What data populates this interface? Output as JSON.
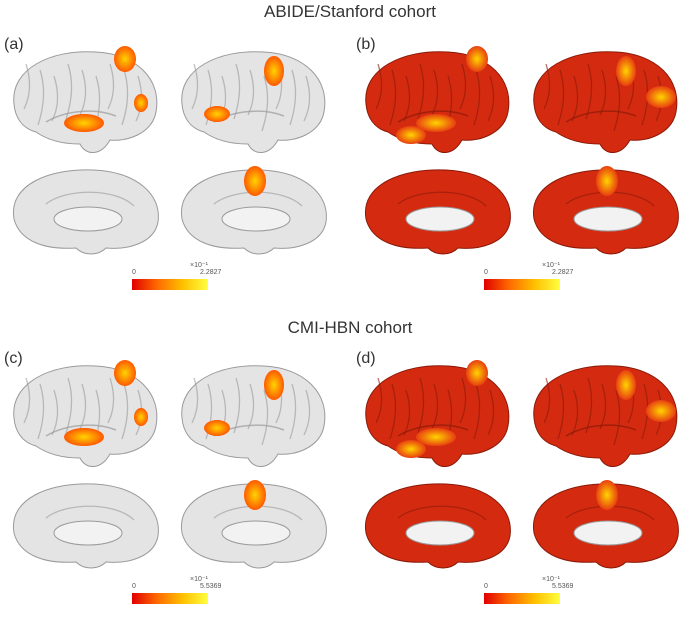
{
  "titles": {
    "top": "ABIDE/Stanford cohort",
    "bottom": "CMI-HBN cohort"
  },
  "panels": [
    {
      "label": "(a)",
      "style": "gray",
      "colorbar": {
        "min": "0",
        "exp": "×10⁻¹",
        "max": "2.2827"
      }
    },
    {
      "label": "(b)",
      "style": "red",
      "colorbar": {
        "min": "0",
        "exp": "×10⁻¹",
        "max": "2.2827"
      }
    },
    {
      "label": "(c)",
      "style": "gray",
      "colorbar": {
        "min": "0",
        "exp": "×10⁻¹",
        "max": "5.5369"
      }
    },
    {
      "label": "(d)",
      "style": "red",
      "colorbar": {
        "min": "0",
        "exp": "×10⁻¹",
        "max": "5.5369"
      }
    }
  ],
  "colors": {
    "gray": "#e4e4e4",
    "red": "#d42a10",
    "hot": "#ffd400"
  }
}
